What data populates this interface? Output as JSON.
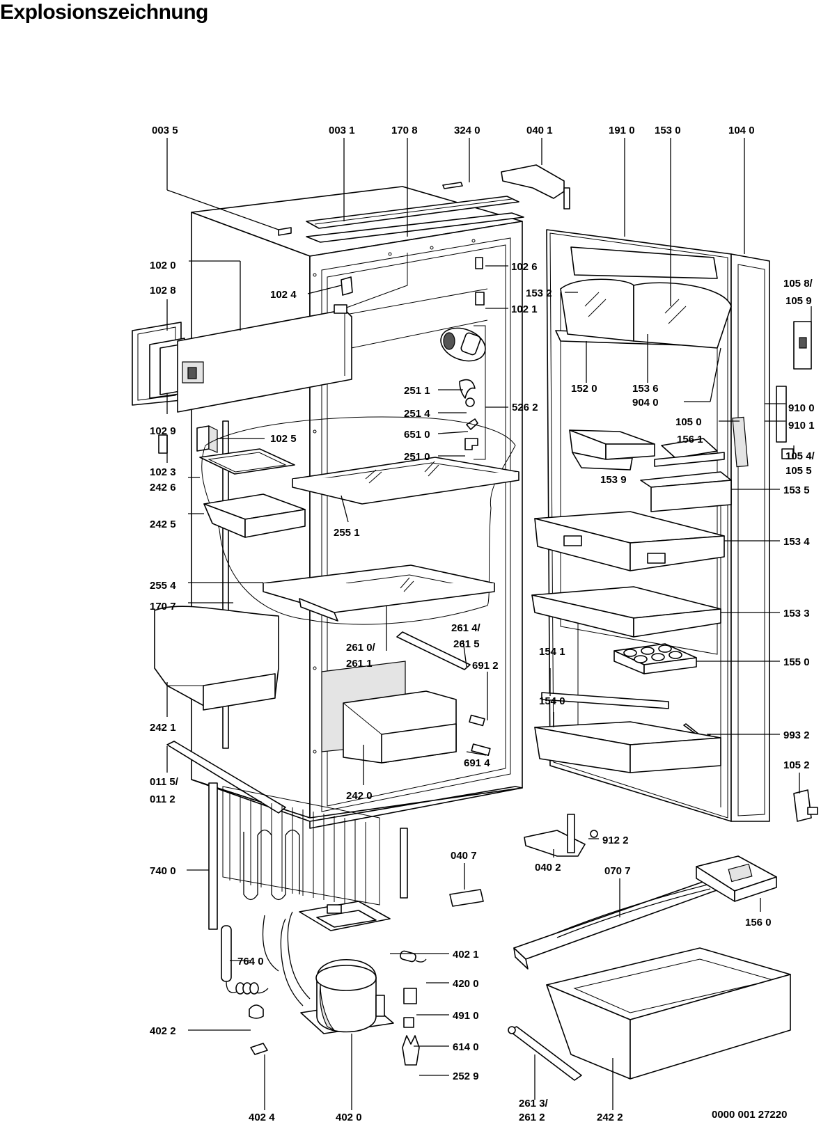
{
  "title": "Explosionszeichnung",
  "document_number": "0000 001 27220",
  "labels": {
    "l0035": "003 5",
    "l0031": "003 1",
    "l1708": "170 8",
    "l3240": "324 0",
    "l0401": "040 1",
    "l1910": "191 0",
    "l1530": "153 0",
    "l1040": "104 0",
    "l1020": "102 0",
    "l1028": "102 8",
    "l1024": "102 4",
    "l1026": "102 6",
    "l1021": "102 1",
    "l1532": "153 2",
    "l10589": "105 8/",
    "l10599": "105 9",
    "l2511": "251 1",
    "l2514": "251 4",
    "l6510": "651 0",
    "l2510": "251 0",
    "l5262": "526 2",
    "l1520": "152 0",
    "l1536": "153 6",
    "l9040": "904 0",
    "l1029": "102 9",
    "l1025": "102 5",
    "l1050": "105 0",
    "l1561": "156 1",
    "l9100": "910 0",
    "l9101": "910 1",
    "l1054": "105 4/",
    "l1055": "105 5",
    "l1023": "102 3",
    "l2426": "242 6",
    "l1539": "153 9",
    "l1535": "153 5",
    "l2425": "242 5",
    "l2551": "255 1",
    "l1534": "153 4",
    "l2554": "255 4",
    "l1707": "170 7",
    "l1533": "153 3",
    "l2614": "261 4/",
    "l2615": "261 5",
    "l2610": "261 0/",
    "l2611": "261 1",
    "l1541": "154 1",
    "l6912": "691 2",
    "l1550": "155 0",
    "l1540": "154 0",
    "l2421": "242 1",
    "l9932": "993 2",
    "l6914": "691 4",
    "l1052": "105 2",
    "l0115": "011 5/",
    "l0112": "011 2",
    "l2420": "242 0",
    "l9122": "912 2",
    "l0402": "040 2",
    "l7400": "740 0",
    "l0407": "040 7",
    "l0707": "070 7",
    "l1560": "156 0",
    "l7640": "764 0",
    "l4021": "402 1",
    "l4200": "420 0",
    "l4910": "491 0",
    "l4022": "402 2",
    "l6140": "614 0",
    "l2529": "252 9",
    "l4024": "402 4",
    "l4020": "402 0",
    "l2613": "261 3/",
    "l2612": "261 2",
    "l2422": "242 2"
  }
}
